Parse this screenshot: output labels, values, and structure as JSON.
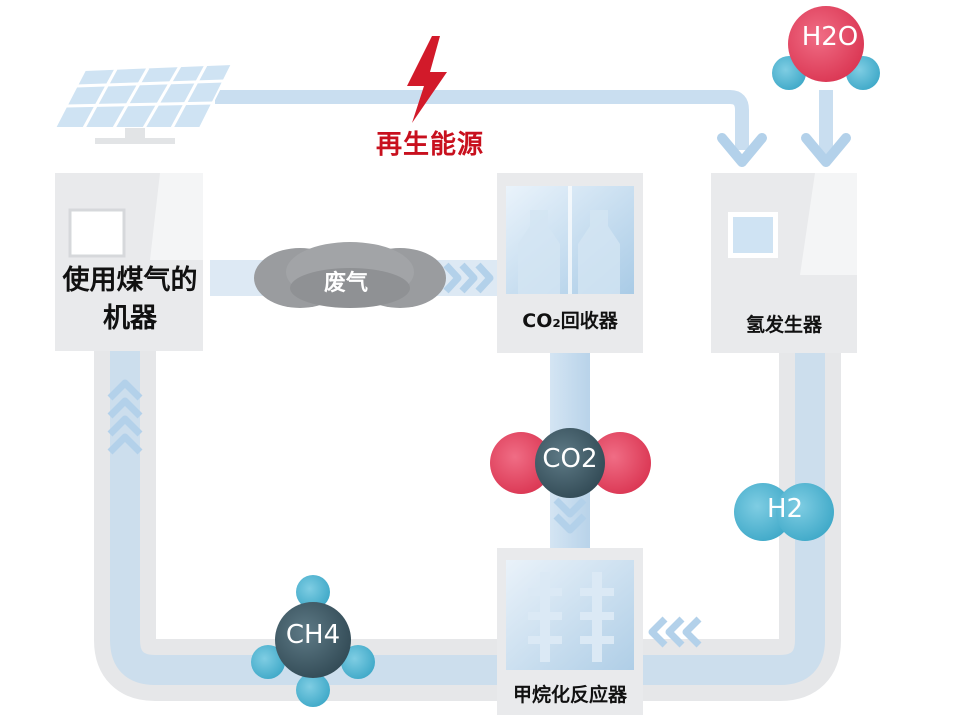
{
  "diagram": {
    "renewable_label": "再生能源",
    "engine_line1": "使用煤气的",
    "engine_line2": "机器",
    "waste_gas_label": "废气",
    "co2_recovery_label": "CO₂回收器",
    "hydrogen_generator_label": "氢发生器",
    "methane_reactor_label": "甲烷化反应器",
    "molecules": {
      "water": "H2O",
      "carbon_dioxide": "CO2",
      "hydrogen": "H2",
      "methane": "CH4"
    }
  },
  "colors": {
    "renewable_red": "#d21a2a",
    "flow_blue": "#b9d5ea",
    "track_gray": "#e6e7e9",
    "oxygen_red": "#e0445e",
    "hydrogen_teal": "#4fb3d0",
    "carbon_dark": "#3c5662",
    "box_gray": "#e9eaec"
  }
}
